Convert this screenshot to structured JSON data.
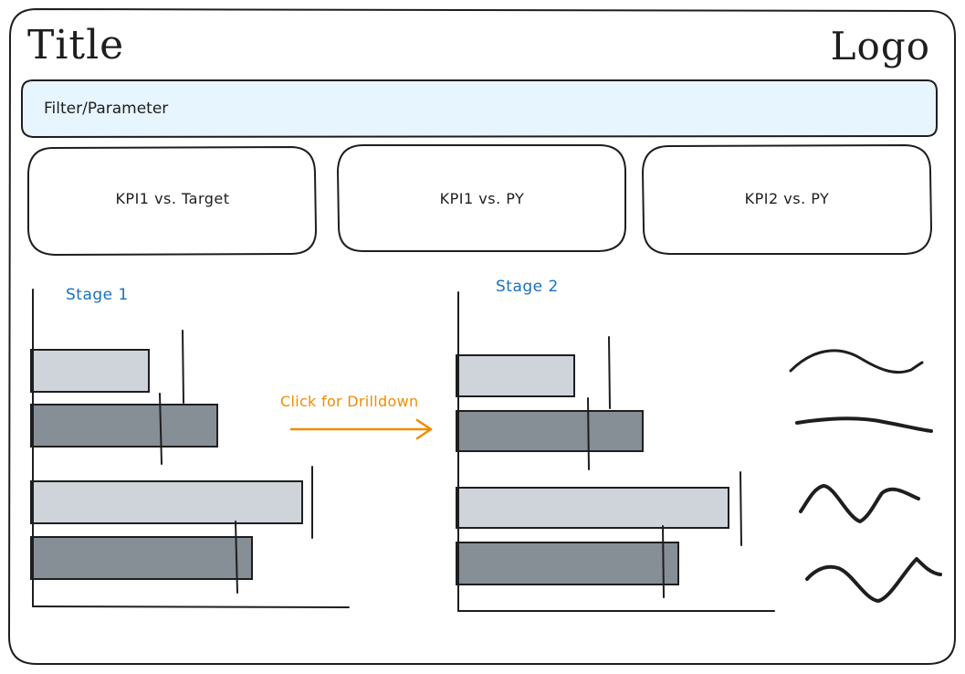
{
  "header": {
    "title": "Title",
    "logo": "Logo"
  },
  "filter_bar": {
    "label": "Filter/Parameter"
  },
  "kpi_cards": [
    {
      "label": "KPI1 vs. Target"
    },
    {
      "label": "KPI1 vs. PY"
    },
    {
      "label": "KPI2 vs. PY"
    }
  ],
  "stages": [
    {
      "label": "Stage 1"
    },
    {
      "label": "Stage 2"
    }
  ],
  "drilldown": {
    "label": "Click for Drilldown"
  },
  "colors": {
    "ink": "#1e1e1e",
    "filter_fill": "#e7f5ff",
    "bar_light": "#ced4da",
    "bar_dark": "#868e96",
    "stage_text": "#1971c2",
    "drilldown_text": "#f08c00"
  },
  "icons": {
    "sparklines": "wavy-line-sketch",
    "arrow": "arrow-right"
  }
}
